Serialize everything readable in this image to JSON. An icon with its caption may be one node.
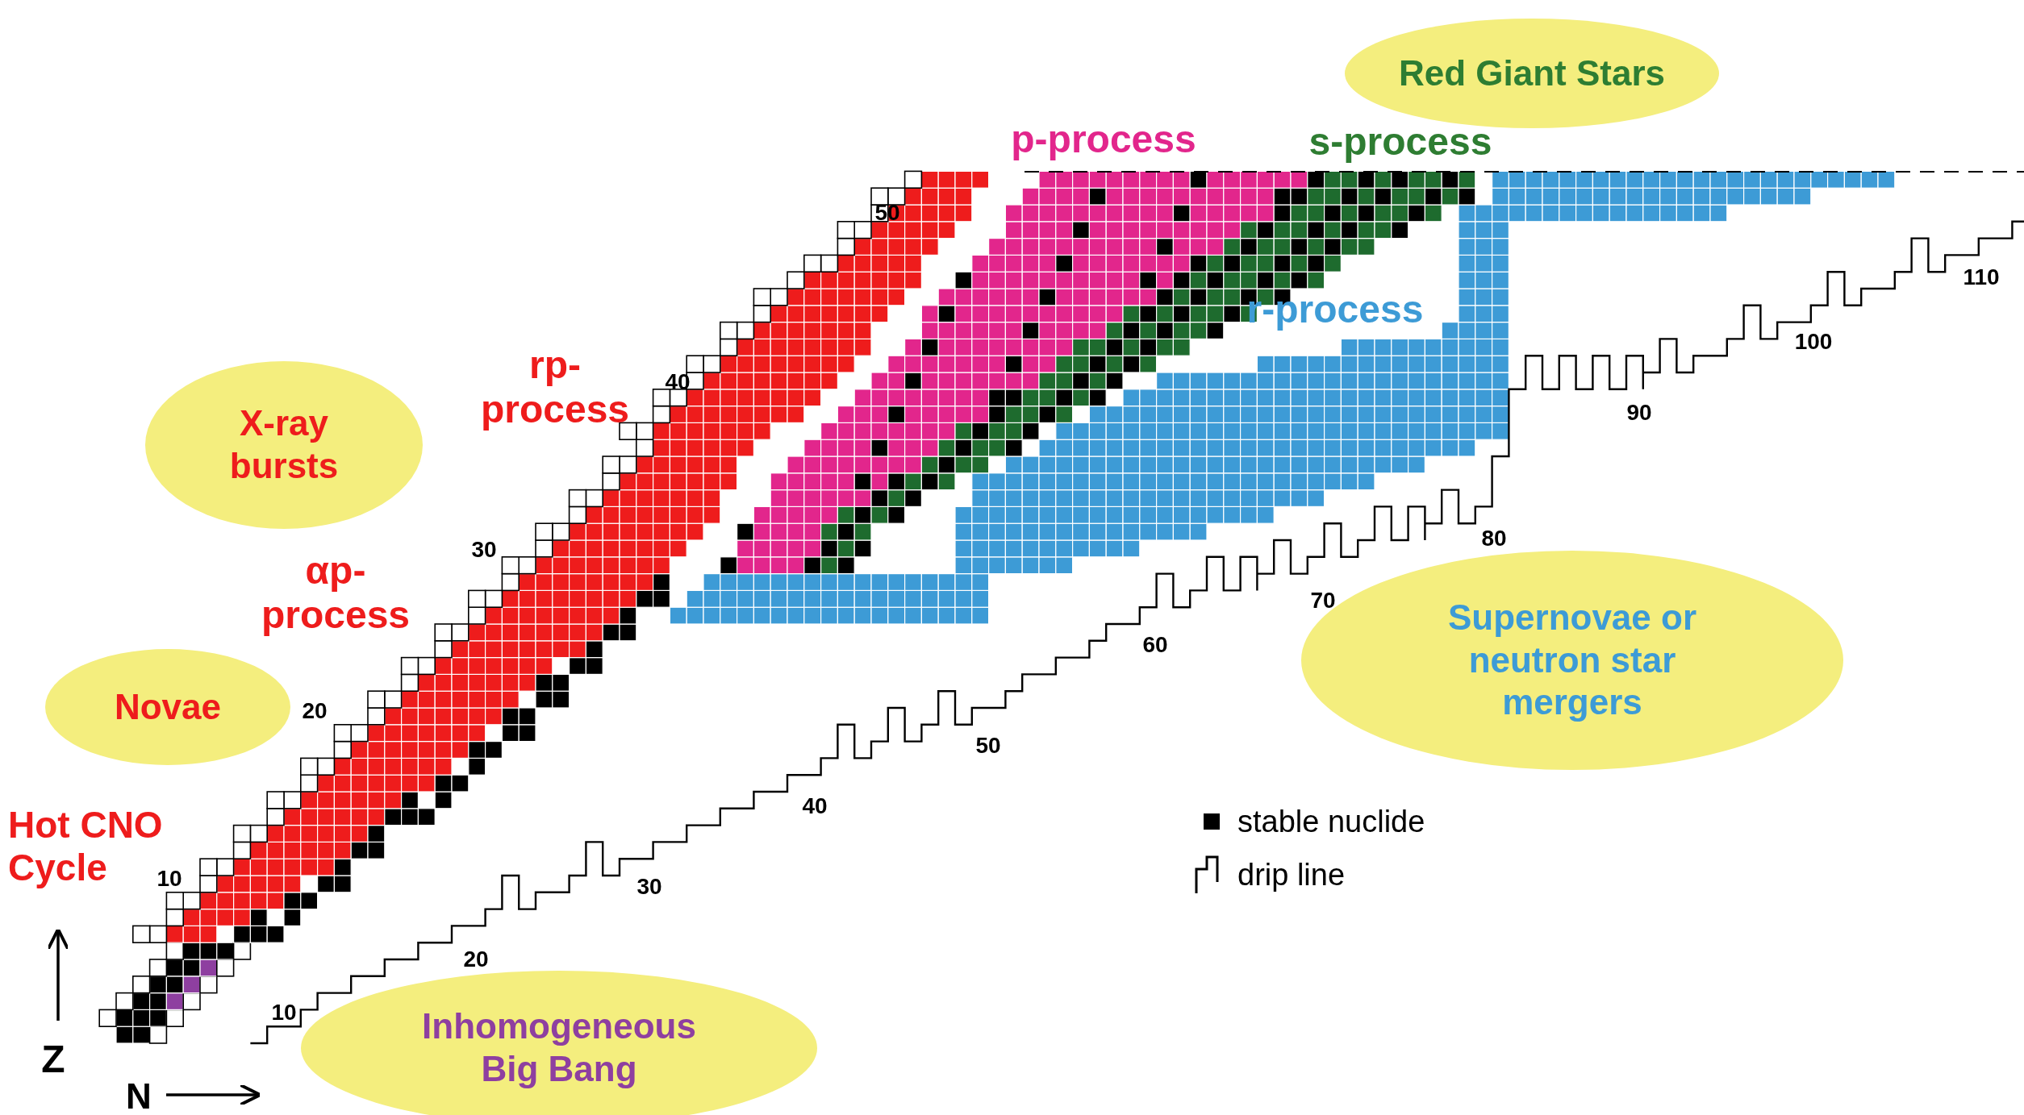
{
  "diagram": {
    "nodes": [
      {
        "text": [
          "Red Giant Stars"
        ]
      },
      {
        "text": [
          "X-ray bursts"
        ]
      },
      {
        "text": [
          "Novae"
        ]
      },
      {
        "text": [
          "Supernovae or neutron star mergers"
        ]
      },
      {
        "text": [
          "Inhomogeneous Big Bang"
        ]
      }
    ],
    "edges": [],
    "labels": [
      "p-process",
      "s-process",
      "r-process",
      "rp- process",
      "αp- process",
      "Hot CNO Cycle",
      "50",
      "40",
      "30",
      "20",
      "10",
      "10",
      "20",
      "30",
      "40",
      "50",
      "60",
      "70",
      "80",
      "90",
      "100",
      "110",
      "Z",
      "N"
    ],
    "legend": [
      {
        "text": "stable nuclide",
        "color": "#000000"
      },
      {
        "text": "drip line"
      }
    ]
  }
}
